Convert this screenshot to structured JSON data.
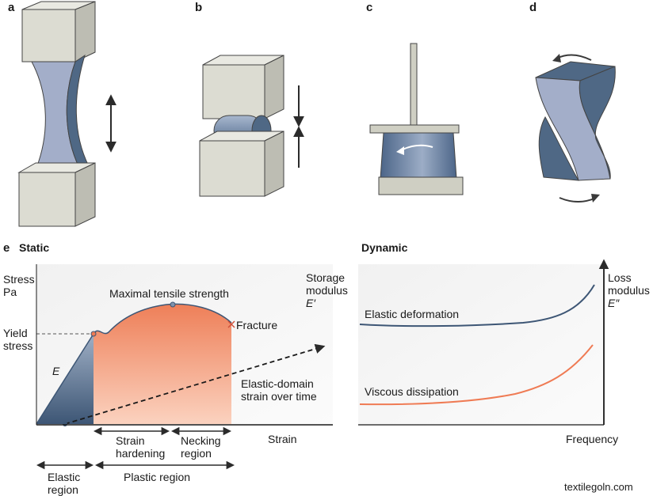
{
  "panels": {
    "a": "a",
    "b": "b",
    "c": "c",
    "d": "d",
    "e": "e"
  },
  "static": {
    "title": "Static",
    "y_axis_label": [
      "Stress",
      "Pa"
    ],
    "x_axis_label": "Strain",
    "yield_label": [
      "Yield",
      "stress"
    ],
    "modulus_symbol": "E",
    "max_strength_label": "Maximal tensile strength",
    "fracture_label": "Fracture",
    "elastic_domain_label": [
      "Elastic-domain",
      "strain over time"
    ],
    "strain_hardening_label": [
      "Strain",
      "hardening"
    ],
    "necking_label": [
      "Necking",
      "region"
    ],
    "elastic_region_label": [
      "Elastic",
      "region"
    ],
    "plastic_region_label": "Plastic region"
  },
  "dynamic": {
    "title": "Dynamic",
    "left_axis_label": [
      "Storage",
      "modulus",
      "E′"
    ],
    "right_axis_label": [
      "Loss",
      "modulus",
      "E″"
    ],
    "x_axis_label": "Frequency",
    "elastic_curve_label": "Elastic deformation",
    "viscous_curve_label": "Viscous dissipation"
  },
  "colors": {
    "block": "#dcdcd2",
    "specimen": "#a3aec9",
    "specimen_dark": "#4f6885",
    "orange": "#ef7b54",
    "navy": "#3d5675",
    "axis": "#1a1a1a"
  },
  "watermark": "textilegoln.com"
}
